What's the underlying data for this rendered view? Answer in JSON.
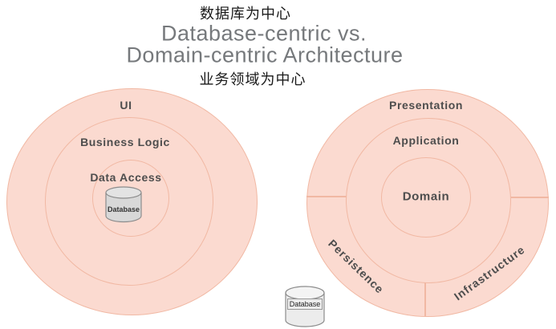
{
  "header": {
    "annotation_top": "数据库为中心",
    "title_line1": "Database-centric vs.",
    "title_line2": "Domain-centric Architecture",
    "annotation_bottom": "业务领域为中心"
  },
  "left_diagram": {
    "style": "database-centric",
    "rings": [
      {
        "label": "UI"
      },
      {
        "label": "Business Logic"
      },
      {
        "label": "Data Access"
      }
    ],
    "database_label": "Database"
  },
  "right_diagram": {
    "style": "domain-centric",
    "rings": [
      {
        "label": "Presentation"
      },
      {
        "label": "Application"
      },
      {
        "label": "Domain"
      }
    ],
    "sectors": [
      {
        "label": "Persistence"
      },
      {
        "label": "Infrastructure"
      }
    ],
    "database_label": "Database"
  },
  "colors": {
    "circle_fill": "#fbdad0",
    "ring_stroke": "#f1b8a3",
    "label_text": "#4d4d4d",
    "title_text": "#76797c",
    "annotation_text": "#1a1a1a",
    "cylinder_fill": "#d8d8d8",
    "cylinder_top": "#e3e3e3",
    "cylinder_fill_light": "#ececec",
    "cylinder_stroke": "#8c8c8c"
  }
}
